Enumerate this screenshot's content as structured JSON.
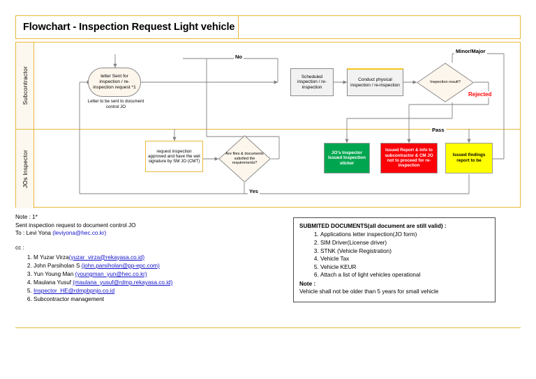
{
  "document": {
    "title": "Flowchart - Inspection Request Light vehicle"
  },
  "lanes": [
    {
      "id": "subcontractor",
      "label": "Subcontractor"
    },
    {
      "id": "jos-inspector",
      "label": "JOs Inspector"
    }
  ],
  "flow": {
    "nodes": {
      "letter_sent": {
        "text": "letter Sent for inspection / re-inspection request *1",
        "caption": "Letter to be sent to document control JO",
        "shape": "rounded",
        "fill": "#fdf6ec"
      },
      "scheduled_inspection": {
        "text": "Scheduled inspection / re-inspection",
        "shape": "rectangle",
        "fill": "#f2f2f2"
      },
      "conduct_physical": {
        "text": "Conduct physical inspection / re-inspection",
        "shape": "rectangle",
        "fill": "#f2f2f2"
      },
      "inspection_result": {
        "text": "Inspection result?",
        "shape": "diamond",
        "fill": "#fdf6ec"
      },
      "request_approved": {
        "text": "request inspection approved and have the wet signature by SM JO (CMT)",
        "shape": "rectangle",
        "fill": "#ffffff"
      },
      "files_satisfied": {
        "text": "Are files & documents satisfied the requirements?",
        "shape": "diamond",
        "fill": "#fdf6ec"
      },
      "inspection_sticker": {
        "text": "JO's Inspector Issued Inspection sticker",
        "shape": "rectangle",
        "fill": "#00a64f"
      },
      "issued_report": {
        "text": "Issued Report & Info to subcontractor & CM JO not to proceed for re-inspection",
        "shape": "rectangle",
        "fill": "#fb0007"
      },
      "issued_findings": {
        "text": "Issued findings report to be",
        "shape": "rectangle",
        "fill": "#ffff00"
      }
    },
    "edge_labels": {
      "no": "No",
      "yes": "Yes",
      "minor_major": "Minor/Major",
      "rejected": "Rejected",
      "pass": "Pass"
    }
  },
  "notes": {
    "note_label": "Note : 1*",
    "line_1": "Sent inspection request to document control JO",
    "to_label": "To : Levi Yona ",
    "to_email": "(leviyona@hec.co.kr)",
    "cc_label": "cc :",
    "cc": [
      {
        "name": "M Yuzar Virza",
        "email": "(yuzar_virza@rekayasa.co.id)",
        "underline": true
      },
      {
        "name": "John Parsiholan S ",
        "email": "(john.parsiholan@pp-epc.com)",
        "underline": true
      },
      {
        "name": "Yun Young Man ",
        "email": "(youngman_yun@hec.co.kr)",
        "underline": true
      },
      {
        "name": "Maulana Yusuf ",
        "email": "(maulana_yusuf@rdmp.rekayasa.co.id)",
        "underline": true
      },
      {
        "name": "",
        "email": "Inspector_HE@rdmpbpnjo.co.id",
        "underline": true
      },
      {
        "name": "Subcontractor management",
        "email": "",
        "underline": false
      }
    ]
  },
  "documents": {
    "title": "SUBMITED DOCUMENTS(all document are still valid) :",
    "items": [
      "Applications letter inspection(JO form)",
      "SIM Driver(License driver)",
      "STNK (Vehicle Registration)",
      "Vehicle Tax",
      "Vehicle KEUR",
      "Attach a list of light vehicles operational"
    ],
    "note_label": "Note :",
    "note_text": "Vehicle shall not be older than 5 years for small vehicle"
  },
  "colors": {
    "frame": "#e8b93a",
    "green": "#00a64f",
    "red": "#fb0007",
    "yellow": "#ffff00",
    "grey": "#f2f2f2",
    "cream": "#fdf6ec",
    "connector": "#808080",
    "link": "#1111cc"
  }
}
